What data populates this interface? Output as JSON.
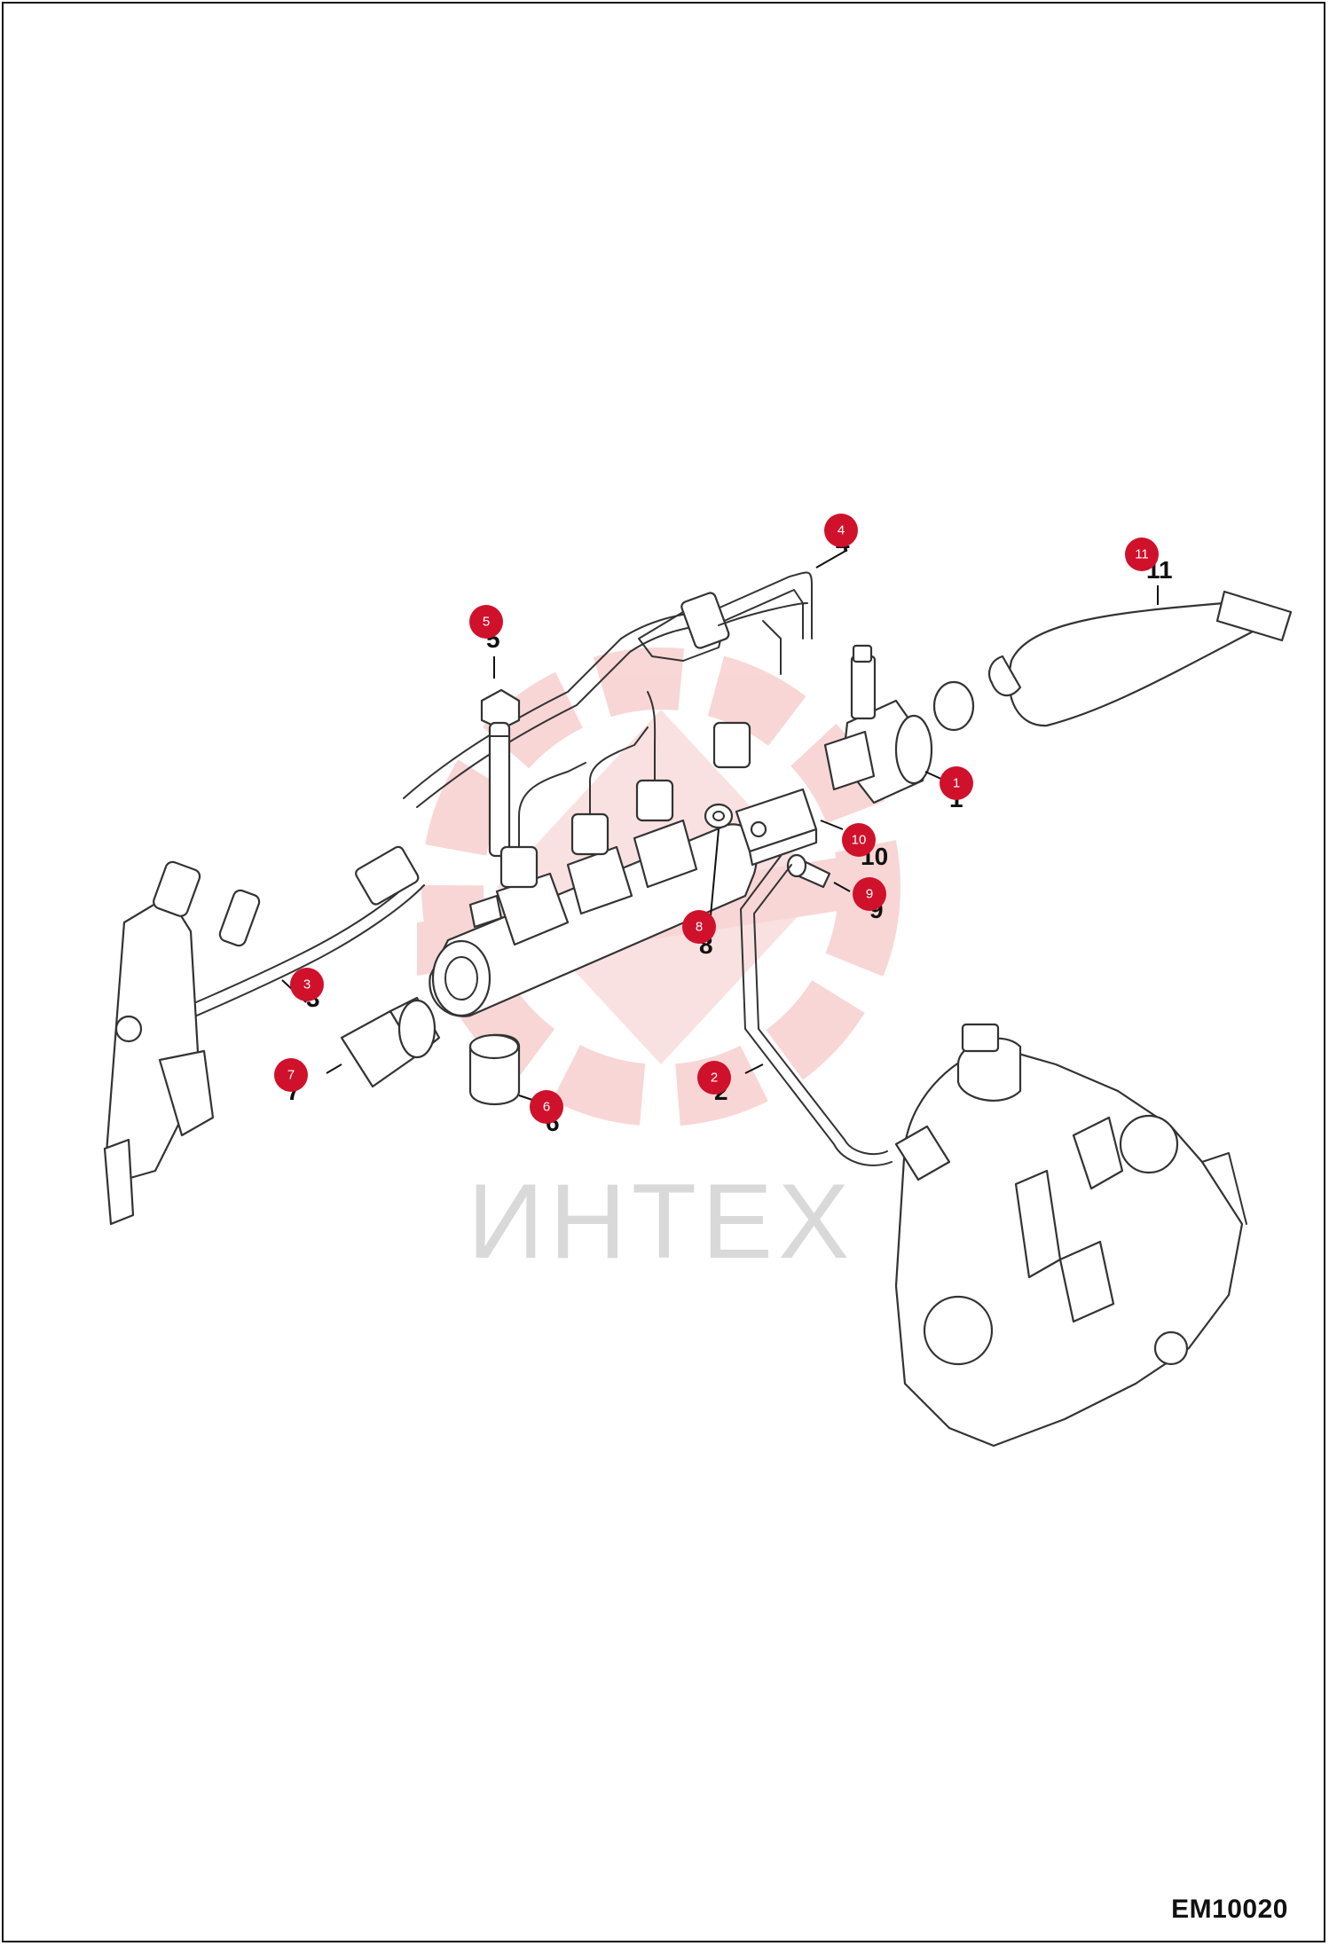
{
  "diagram": {
    "drawing_code": "EM10020",
    "watermark_text": "ИНТЕХ",
    "colors": {
      "callout": "#d0112b",
      "callout_text": "#ffffff",
      "watermark": "#f4b6b6",
      "watermark_text": "#d9d9d9",
      "line": "#333333"
    },
    "callouts": [
      {
        "id": "1",
        "number": "1"
      },
      {
        "id": "2",
        "number": "2"
      },
      {
        "id": "3",
        "number": "3"
      },
      {
        "id": "4",
        "number": "4"
      },
      {
        "id": "5",
        "number": "5"
      },
      {
        "id": "6",
        "number": "6"
      },
      {
        "id": "7",
        "number": "7"
      },
      {
        "id": "8",
        "number": "8"
      },
      {
        "id": "9",
        "number": "9"
      },
      {
        "id": "10",
        "number": "10"
      },
      {
        "id": "11",
        "number": "11"
      }
    ]
  }
}
